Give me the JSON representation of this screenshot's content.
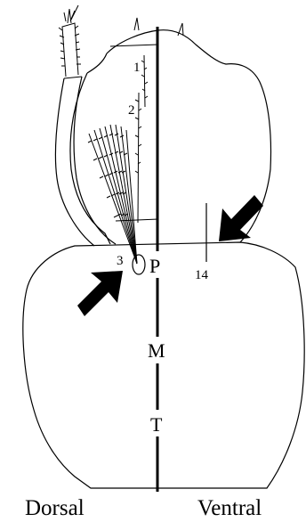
{
  "labels": {
    "seta_1": "1",
    "seta_2": "2",
    "seta_3": "3",
    "seta_14": "14",
    "segment_p": "P",
    "segment_m": "M",
    "segment_t": "T",
    "dorsal": "Dorsal",
    "ventral": "Ventral"
  },
  "colors": {
    "ink": "#000000",
    "background": "#ffffff"
  },
  "icons": {
    "arrow_left": "pointer-arrow-icon",
    "arrow_right": "pointer-arrow-icon"
  }
}
